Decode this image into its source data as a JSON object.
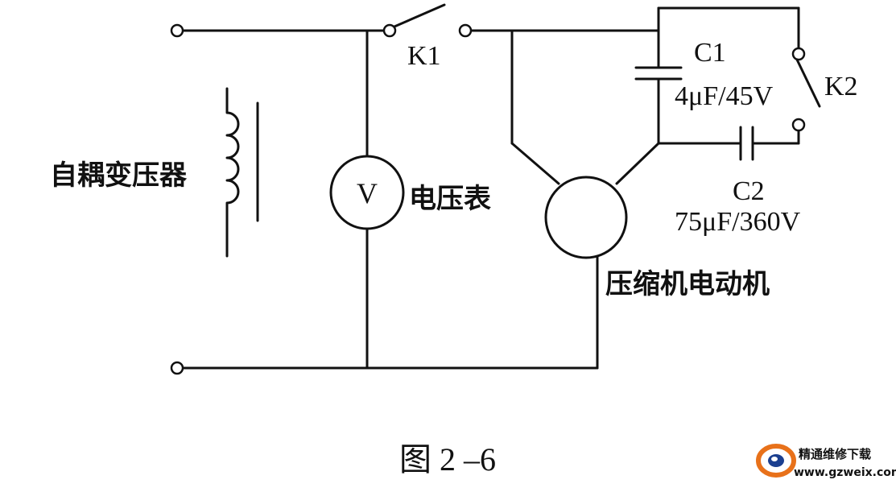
{
  "labels": {
    "transformer": "自耦变压器",
    "voltmeter_symbol": "V",
    "voltmeter": "电压表",
    "k1": "K1",
    "k2": "K2",
    "c1_name": "C1",
    "c1_value": "4μF/45V",
    "c2_name": "C2",
    "c2_value": "75μF/360V",
    "motor": "压缩机电动机",
    "caption": "图 2 –6"
  },
  "watermark": {
    "title": "精通维修下载",
    "url": "www.gzweix.com",
    "colors": {
      "title": "#e8711a",
      "url": "#1b3f8f",
      "ring": "#e8711a"
    }
  }
}
